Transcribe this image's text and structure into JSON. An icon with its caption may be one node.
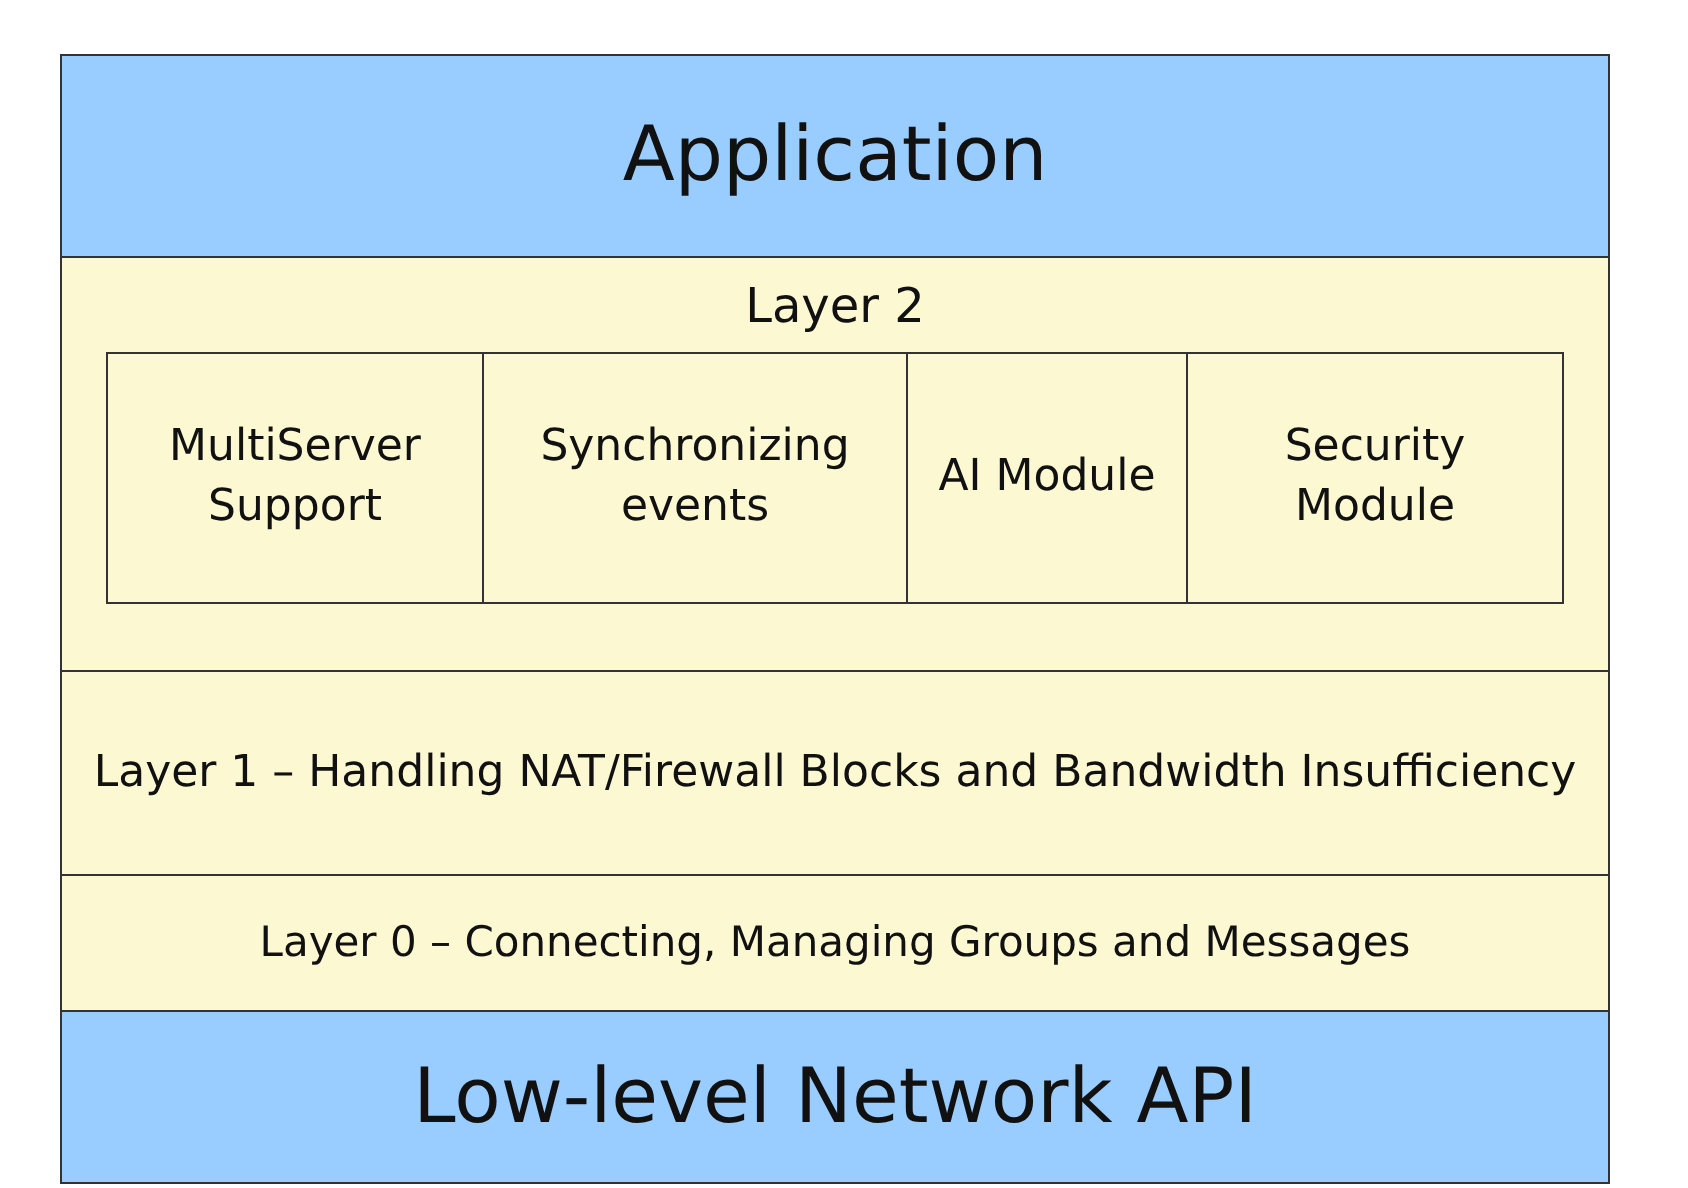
{
  "diagram": {
    "nodes": [
      {
        "text": [
          "Application"
        ]
      },
      {
        "text": [
          "Layer 2"
        ]
      },
      {
        "text": [
          "MultiServer Support"
        ],
        "in": 1
      },
      {
        "text": [
          "Synchronizing events"
        ],
        "in": 1
      },
      {
        "text": [
          "AI Module"
        ],
        "in": 1
      },
      {
        "text": [
          "Security Module"
        ],
        "in": 1
      },
      {
        "text": [
          "Layer 1 – Handling NAT/Firewall Blocks and Bandwidth Insufficiency"
        ]
      },
      {
        "text": [
          "Layer 0 – Connecting, Managing Groups and Messages"
        ]
      },
      {
        "text": [
          "Low-level Network API"
        ]
      }
    ]
  }
}
